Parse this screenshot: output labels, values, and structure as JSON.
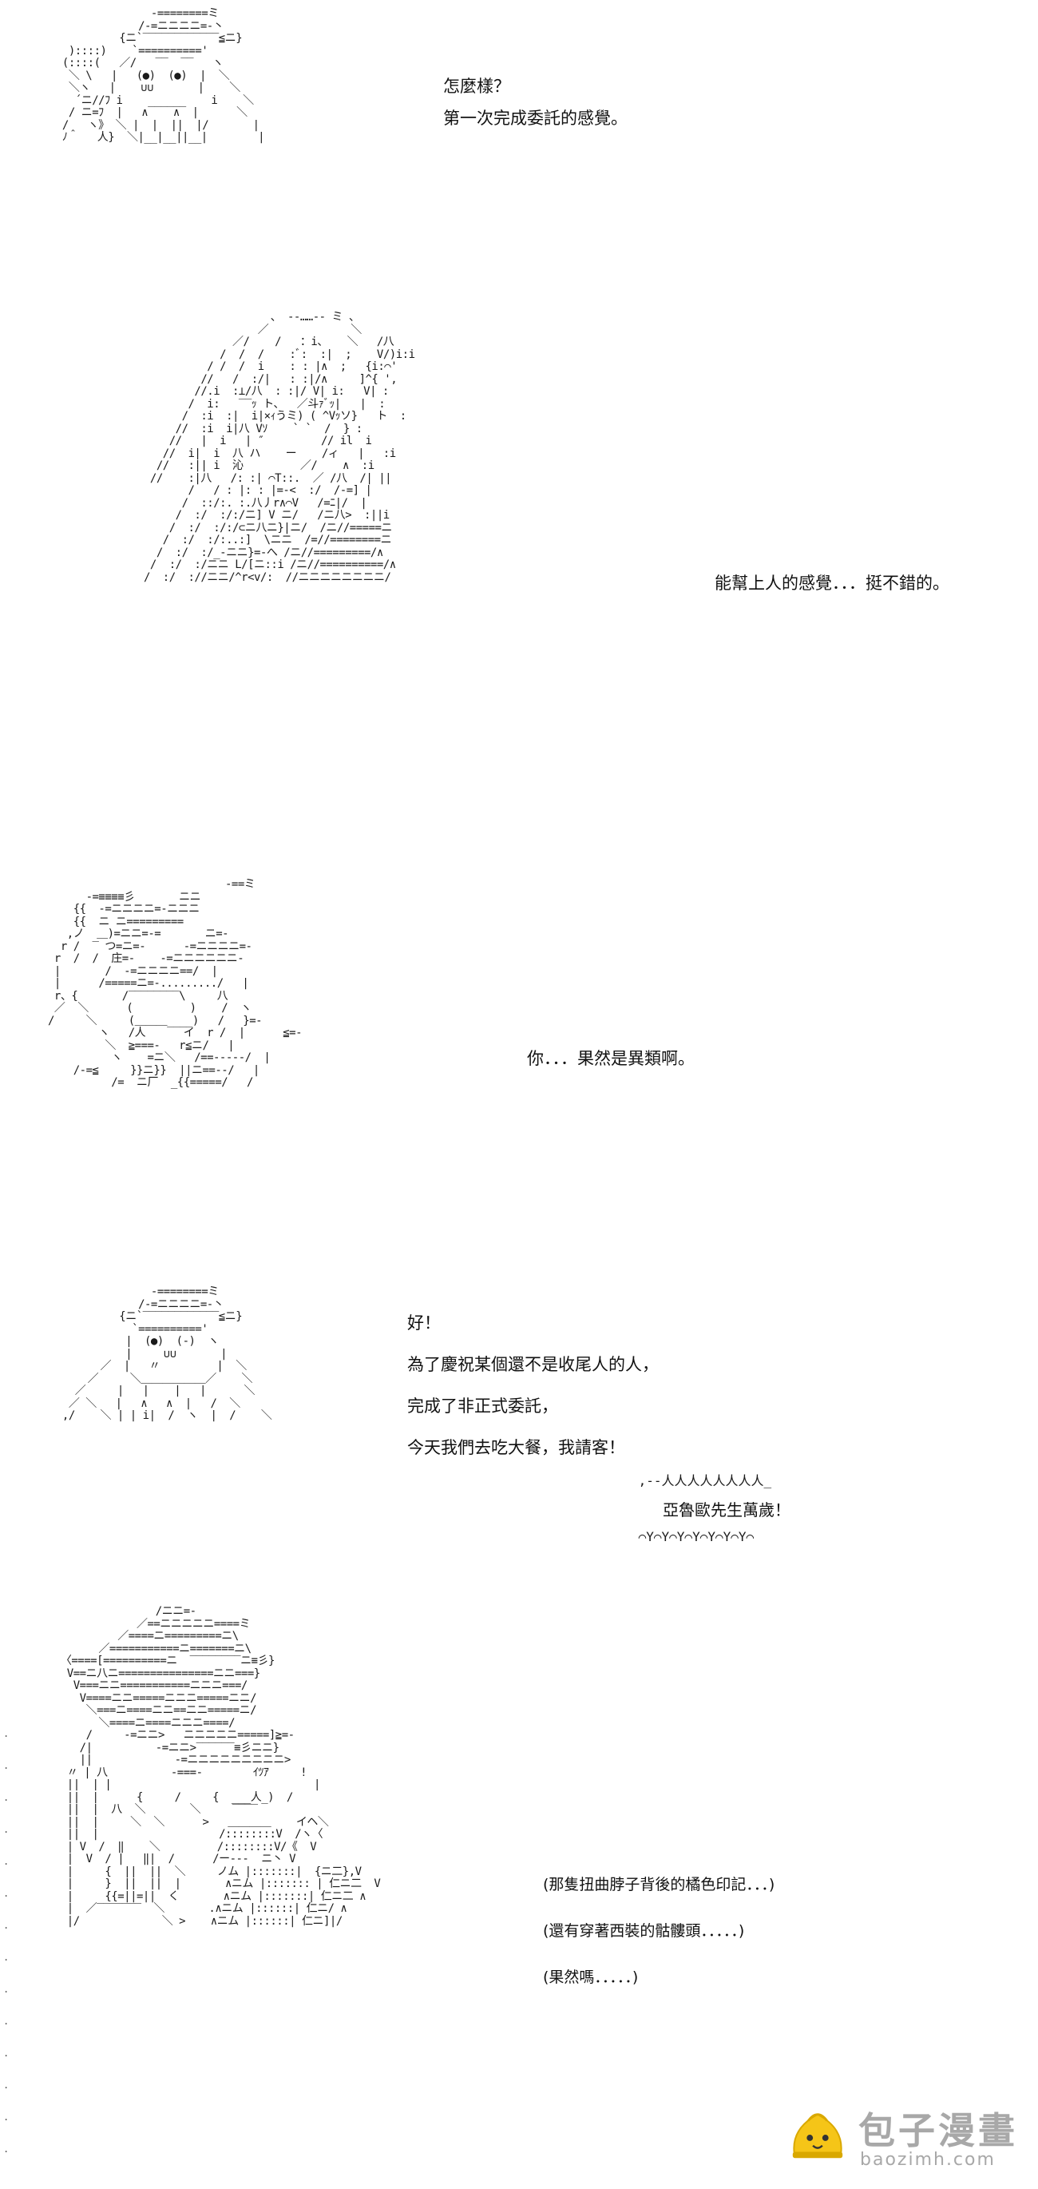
{
  "panels": [
    {
      "art": "               -========ミ\n             /-=ニニニニ=-丶\n          {ニ`‾‾‾‾‾‾‾‾‾‾‾‾≦ニ}\n  )::::)    `=========='\n (::::(   ／/   ‾‾  ‾‾   ヽ\n  ＼ \\   |   (●)  (●)  |  ＼\n  ＼ヽ   |    ∪∪       |    ＼\n   ´ニ//ﾌ i    ______    i    ＼\n  / ニ=ﾌ  |   ∧    ∧  |      ＼\n /   ヽ》 ＼ |  |  ||  |/       |\n ﾉ＾   人}  ＼|__|__||__|        |",
      "lines": [
        "怎麼樣？",
        "第一次完成委託的感覺。"
      ]
    },
    {
      "art": "                    、 -‐……‐- ミ 、\n                  ／             ＼\n              ／/    /   ：i、   ＼   /八\n            /  /  /    :ﾞ:  :|  ;    V/)i:i\n          / /  /  i    : : |∧  ;   {i:⌒'\n         //   /  :/|   : :|/∧     ]^{ ',\n        //.i  :⊥/八  : :|/ V| i:   V| :\n       /  i:   ‾‾ｯ ト、  ／斗ｧﾞｯ|   |  :\n      /  :i  :|  i|×ｨうミ) ( ^Vｯソ}   ト  :\n     //  :i  i|八 Vｿ    ` `  /  } :\n    //   |  i   | ″         // il  i\n   //  i|  i  八 ハ    ー    /ィ   |   :i\n  //   :|| i  沁         ／/    ∧  :i\n //    :|八   /: :| ⌒T::.  ／ /八  /| ||\n       /   / : |: : |=-<  :/  /-=] |\n      /  ::/:. :.八丿r∧⌒V   /=ﾆ|/  |\n     /  :/  :/:/ニ] V ニ/   /ニ八>  :||i\n    /  :/  :/:/⊂ニ八ニ}|ニ/  /ニ//=====ニ\n   /  :/  :/:..:]  \\ニニ  /=//========ニ\n  /  :/  :/_-ニニ}=-へ /ニ//=========/∧\n /  :/  :/ニニ L/[ニ::i /ニ//==========/∧\n/  :/  ://ニニ/^r<v/:  //ニニニニニニニニ/",
      "lines": [
        "能幫上人的感覺．．．挺不錯的。"
      ]
    },
    {
      "art": "                            -==ミ\n      -=≡≡≡≡彡       ニニ\n    {{  -=ニニニニ=-ニニニ\n    {{  ニ ニ=========\n   ,ノ  ＿)=ニニ=-=       ニ=-\n  r /  ‾ つ=ニ=-      -=ニニニニ=-\n r  /  /  庄=-    -=ニニニニニニ-\n |       /  -=ニニニニ==/  |\n |      /=====ニ=-........./   |\n r、{       /‾‾‾‾‾‾‾‾\\     八\n ／  ＼      (         )    /  ヽ\n/     ＼     (＿＿＿____)   /   }=-\n        ヽ   /人      イ  r /  |      ≦=-\n         ＼  ≧===-   r≦ニ/   |\n          ヽ    =ニ＼   /==-----/  |\n    /-=≦     }}ニ}}  ||ニ==--/   |\n          /=  ニ厂  _{{=====/   /",
      "lines": [
        "你．．．果然是異類啊。"
      ]
    },
    {
      "art": "               -========ミ\n             /-=ニニニニ=-丶\n          {ニ`‾‾‾‾‾‾‾‾‾‾‾‾≦ニ}\n            `=========='\n           |  (●)  (-)  ヽ\n           |     ∪∪       |\n       ／  |   〃         |  ＼\n     ／     ＼＿＿＿＿＿＿／    ＼\n   ／     |   |    |   |      ＼\n  ／ ＼   |   ∧   ∧  |   /  ＼\n ,/    ＼ | | i|  /  ヽ  |  /    ＼",
      "lines": [
        "好！",
        "為了慶祝某個還不是收尾人的人，",
        "完成了非正式委託，",
        "今天我們去吃大餐，我請客！"
      ],
      "shout": "亞魯歐先生萬歲！"
    },
    {
      "art": "                 /ニニ=-\n              ／==ニニニニニ====ミ\n           ／====ニ=========ニ\\\n        ／===========ニ=======ニ\\\n  〈====[==========ニ  ‾‾‾‾‾‾‾‾ニ≡彡}\n   V==ニ八ニ===============ニニ===}\n    V===ニニ===========ニニニ===/\n     V====ニニ=====ニニニ=====ニニ/\n      ＼===ニ====ニニ==ニニ=====ニ/\n        ＼====ニ====ニニニ====/\n      /     -=ニニ>   ニニニニニ=====]≧=-\n     /|          -=ニニ>‾‾‾‾‾‾≡彡ニニ}\n     ||             -=ニニニニニニニニニ>\n   〃 | 八          -===‐        ｲﾂｱ     !\n   ||  | |                                |\n   ||  |      {     /     {  ___人_)  /\n   ||  |  八  ＼       ＼     ‾‾‾‾\n   ||  |     ＼  ＼      >   ＿＿＿＿    イヘ＼\n   ||  |                   /::::::::V  /ヽ〈\n   | V  /  ‖    ＼         /::::::::V/《  V\n   |  V  / |   ‖|  /      /ー‐‐‐  ニ丶 V\n   |     {  ||  ||  ＼     ノム |:::::::|  {ニ二},V\n   |     }  ||  ||  |       ∧ニム |::::::: | 仁ニ二  V\n   |     {{=||=||  く       ∧ニム |:::::::| 仁ニ二 ∧\n   |  ／‾‾‾‾‾‾‾  ＼       .∧ニム |::::::| 仁ニ/ ∧\n   |/             ＼ >    ∧ニム |::::::| 仁ニ]|/",
      "lines": [
        "(那隻扭曲脖子背後的橘色印記．．．)",
        "(還有穿著西裝的骷髏頭．．．．．)",
        "(果然嗎．．．．．)"
      ]
    }
  ],
  "shout_top": " ,-‐人人人人人人人人_",
  "shout_bot": " ⌒Y⌒Y⌒Y⌒Y⌒Y⌒Y⌒Y⌒",
  "watermark": {
    "title": "包子漫畫",
    "url": "baozimh.com",
    "logo_color": "#f5c518"
  },
  "edge_dots": ".\n.\n.\n.\n.\n.\n.\n.\n.\n.\n.\n.\n.\n."
}
